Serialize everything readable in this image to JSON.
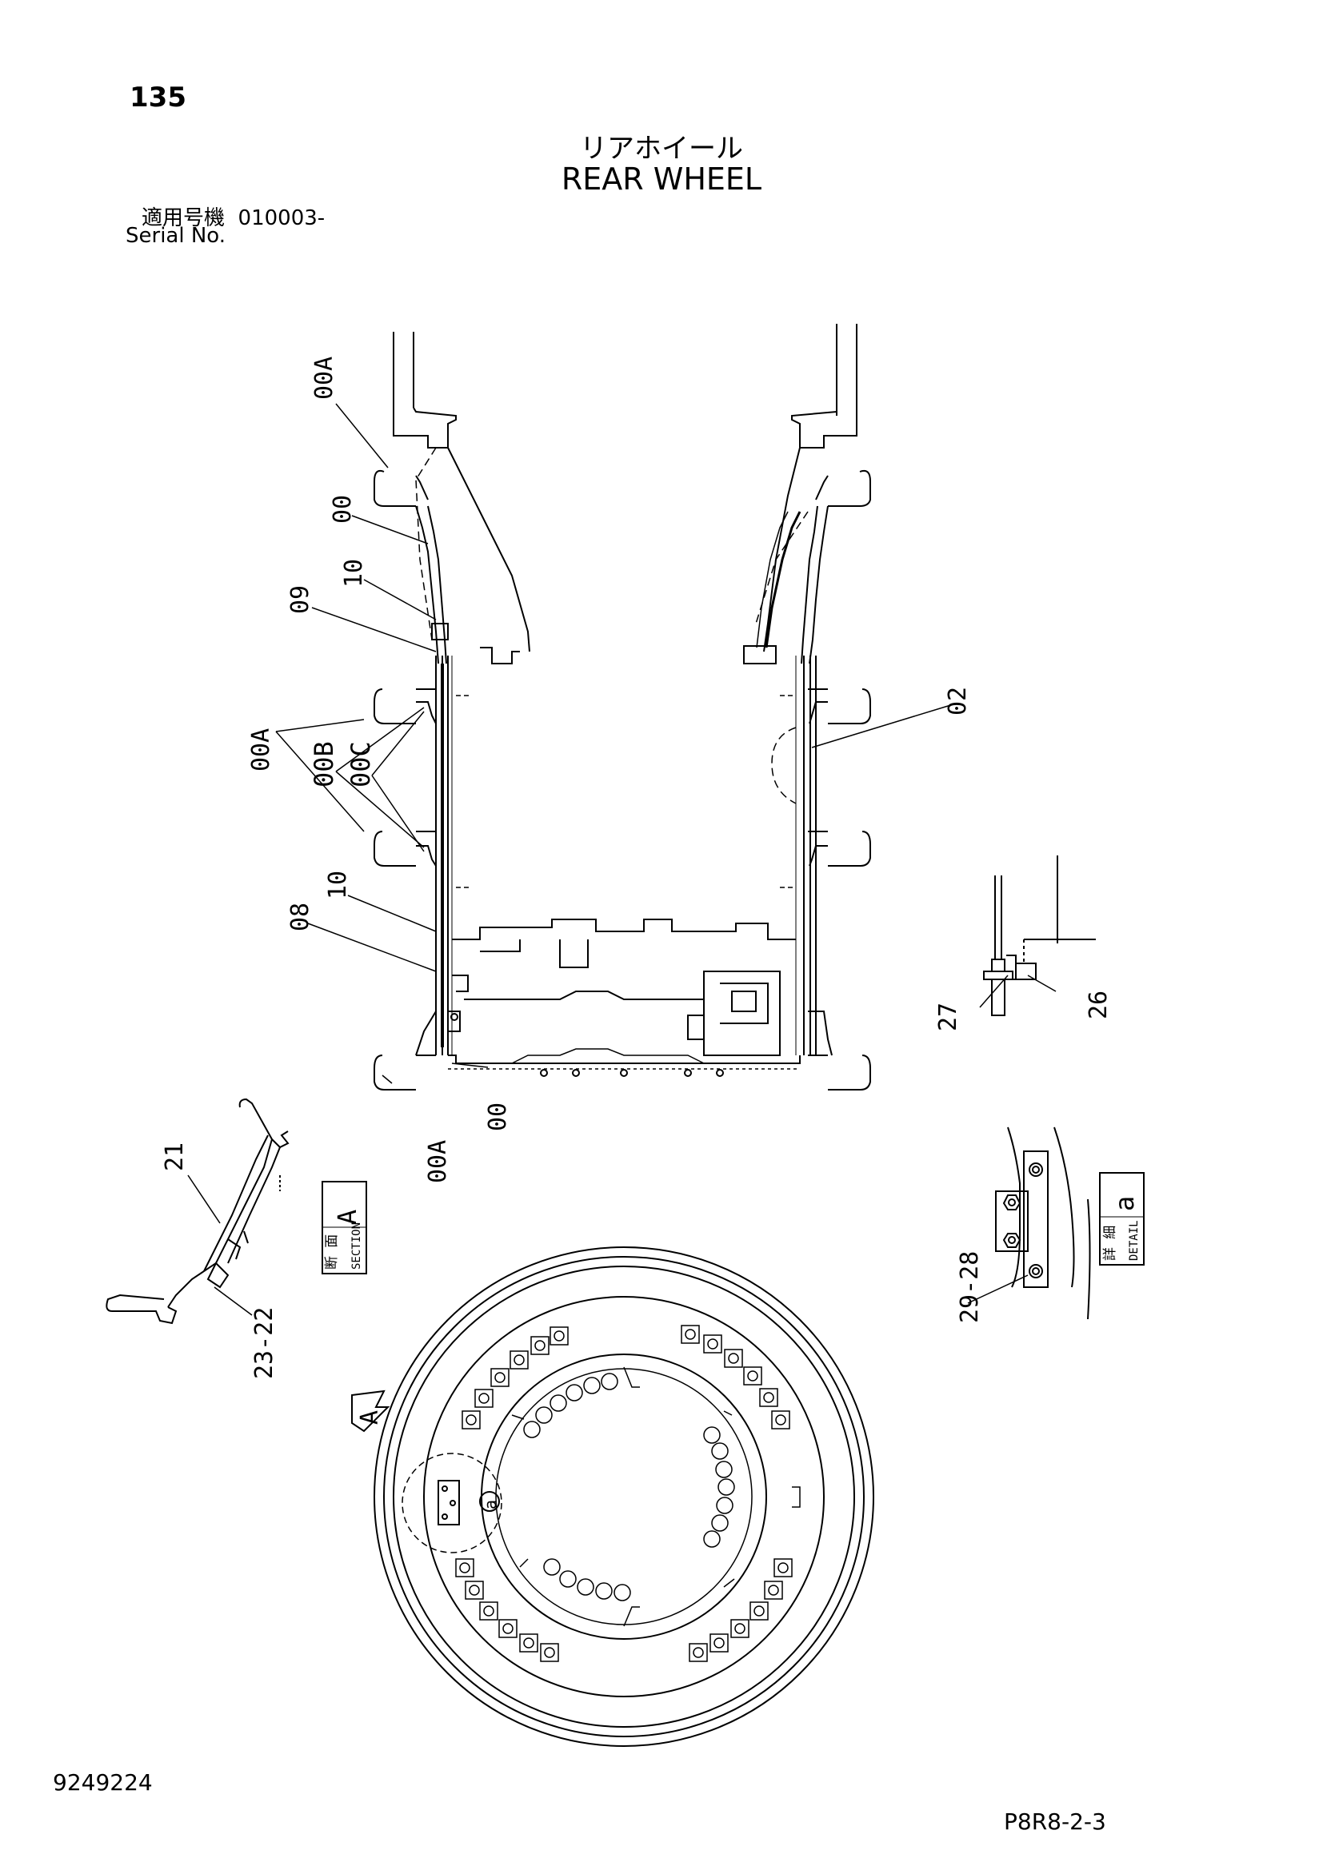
{
  "header": {
    "page_number": "135",
    "title_jp": "リアホイール",
    "title_en": "REAR WHEEL",
    "serial_label_jp": "適用号機",
    "serial_value": "010003-",
    "serial_label_en": "Serial No."
  },
  "callouts": {
    "c00A_top": "00A",
    "c00_top": "00",
    "c10_top": "10",
    "c09": "09",
    "c00A_mid": "00A",
    "c00B": "00B",
    "c00C": "00C",
    "c10_low": "10",
    "c08": "08",
    "c02": "02",
    "c00_bottom": "00",
    "c00A_bottom": "00A",
    "c27": "27",
    "c26": "26",
    "c21": "21",
    "c23_22": "23-22",
    "c29_28": "29-28",
    "c_a_circle": "a",
    "c_A_arrow": "A"
  },
  "section_label": {
    "jp": "断 面",
    "en": "SECTION",
    "letter": "A"
  },
  "detail_label": {
    "jp": "詳 細",
    "en": "DETAIL",
    "letter": "a"
  },
  "footer": {
    "doc_code": "9249224",
    "page_code": "P8R8-2-3"
  }
}
